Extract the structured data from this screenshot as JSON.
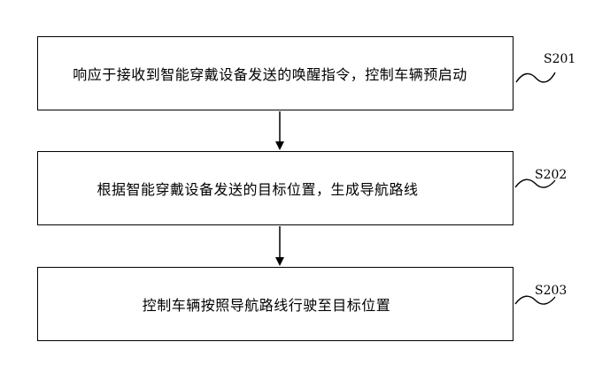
{
  "steps": [
    {
      "id": "S201",
      "text": "响应于接收到智能穿戴设备发送的唤醒指令，控制车辆预启动"
    },
    {
      "id": "S202",
      "text": "根据智能穿戴设备发送的目标位置，生成导航路线"
    },
    {
      "id": "S203",
      "text": "控制车辆按照导航路线行驶至目标位置"
    }
  ],
  "colors": {
    "line": "#000000",
    "background": "#ffffff"
  }
}
